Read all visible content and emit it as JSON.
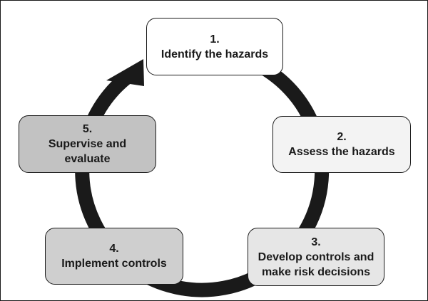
{
  "steps": [
    {
      "number": "1.",
      "lines": [
        "Identify the hazards"
      ],
      "fill": "#ffffff"
    },
    {
      "number": "2.",
      "lines": [
        "Assess the hazards"
      ],
      "fill": "#f3f3f3"
    },
    {
      "number": "3.",
      "lines": [
        "Develop controls and",
        "make risk decisions"
      ],
      "fill": "#e6e6e6"
    },
    {
      "number": "4.",
      "lines": [
        "Implement controls"
      ],
      "fill": "#cfcfcf"
    },
    {
      "number": "5.",
      "lines": [
        "Supervise and",
        "evaluate"
      ],
      "fill": "#c2c2c2"
    }
  ],
  "colors": {
    "ring": "#1a1a1a",
    "border": "#1a1a1a",
    "text": "#1a1a1a"
  }
}
